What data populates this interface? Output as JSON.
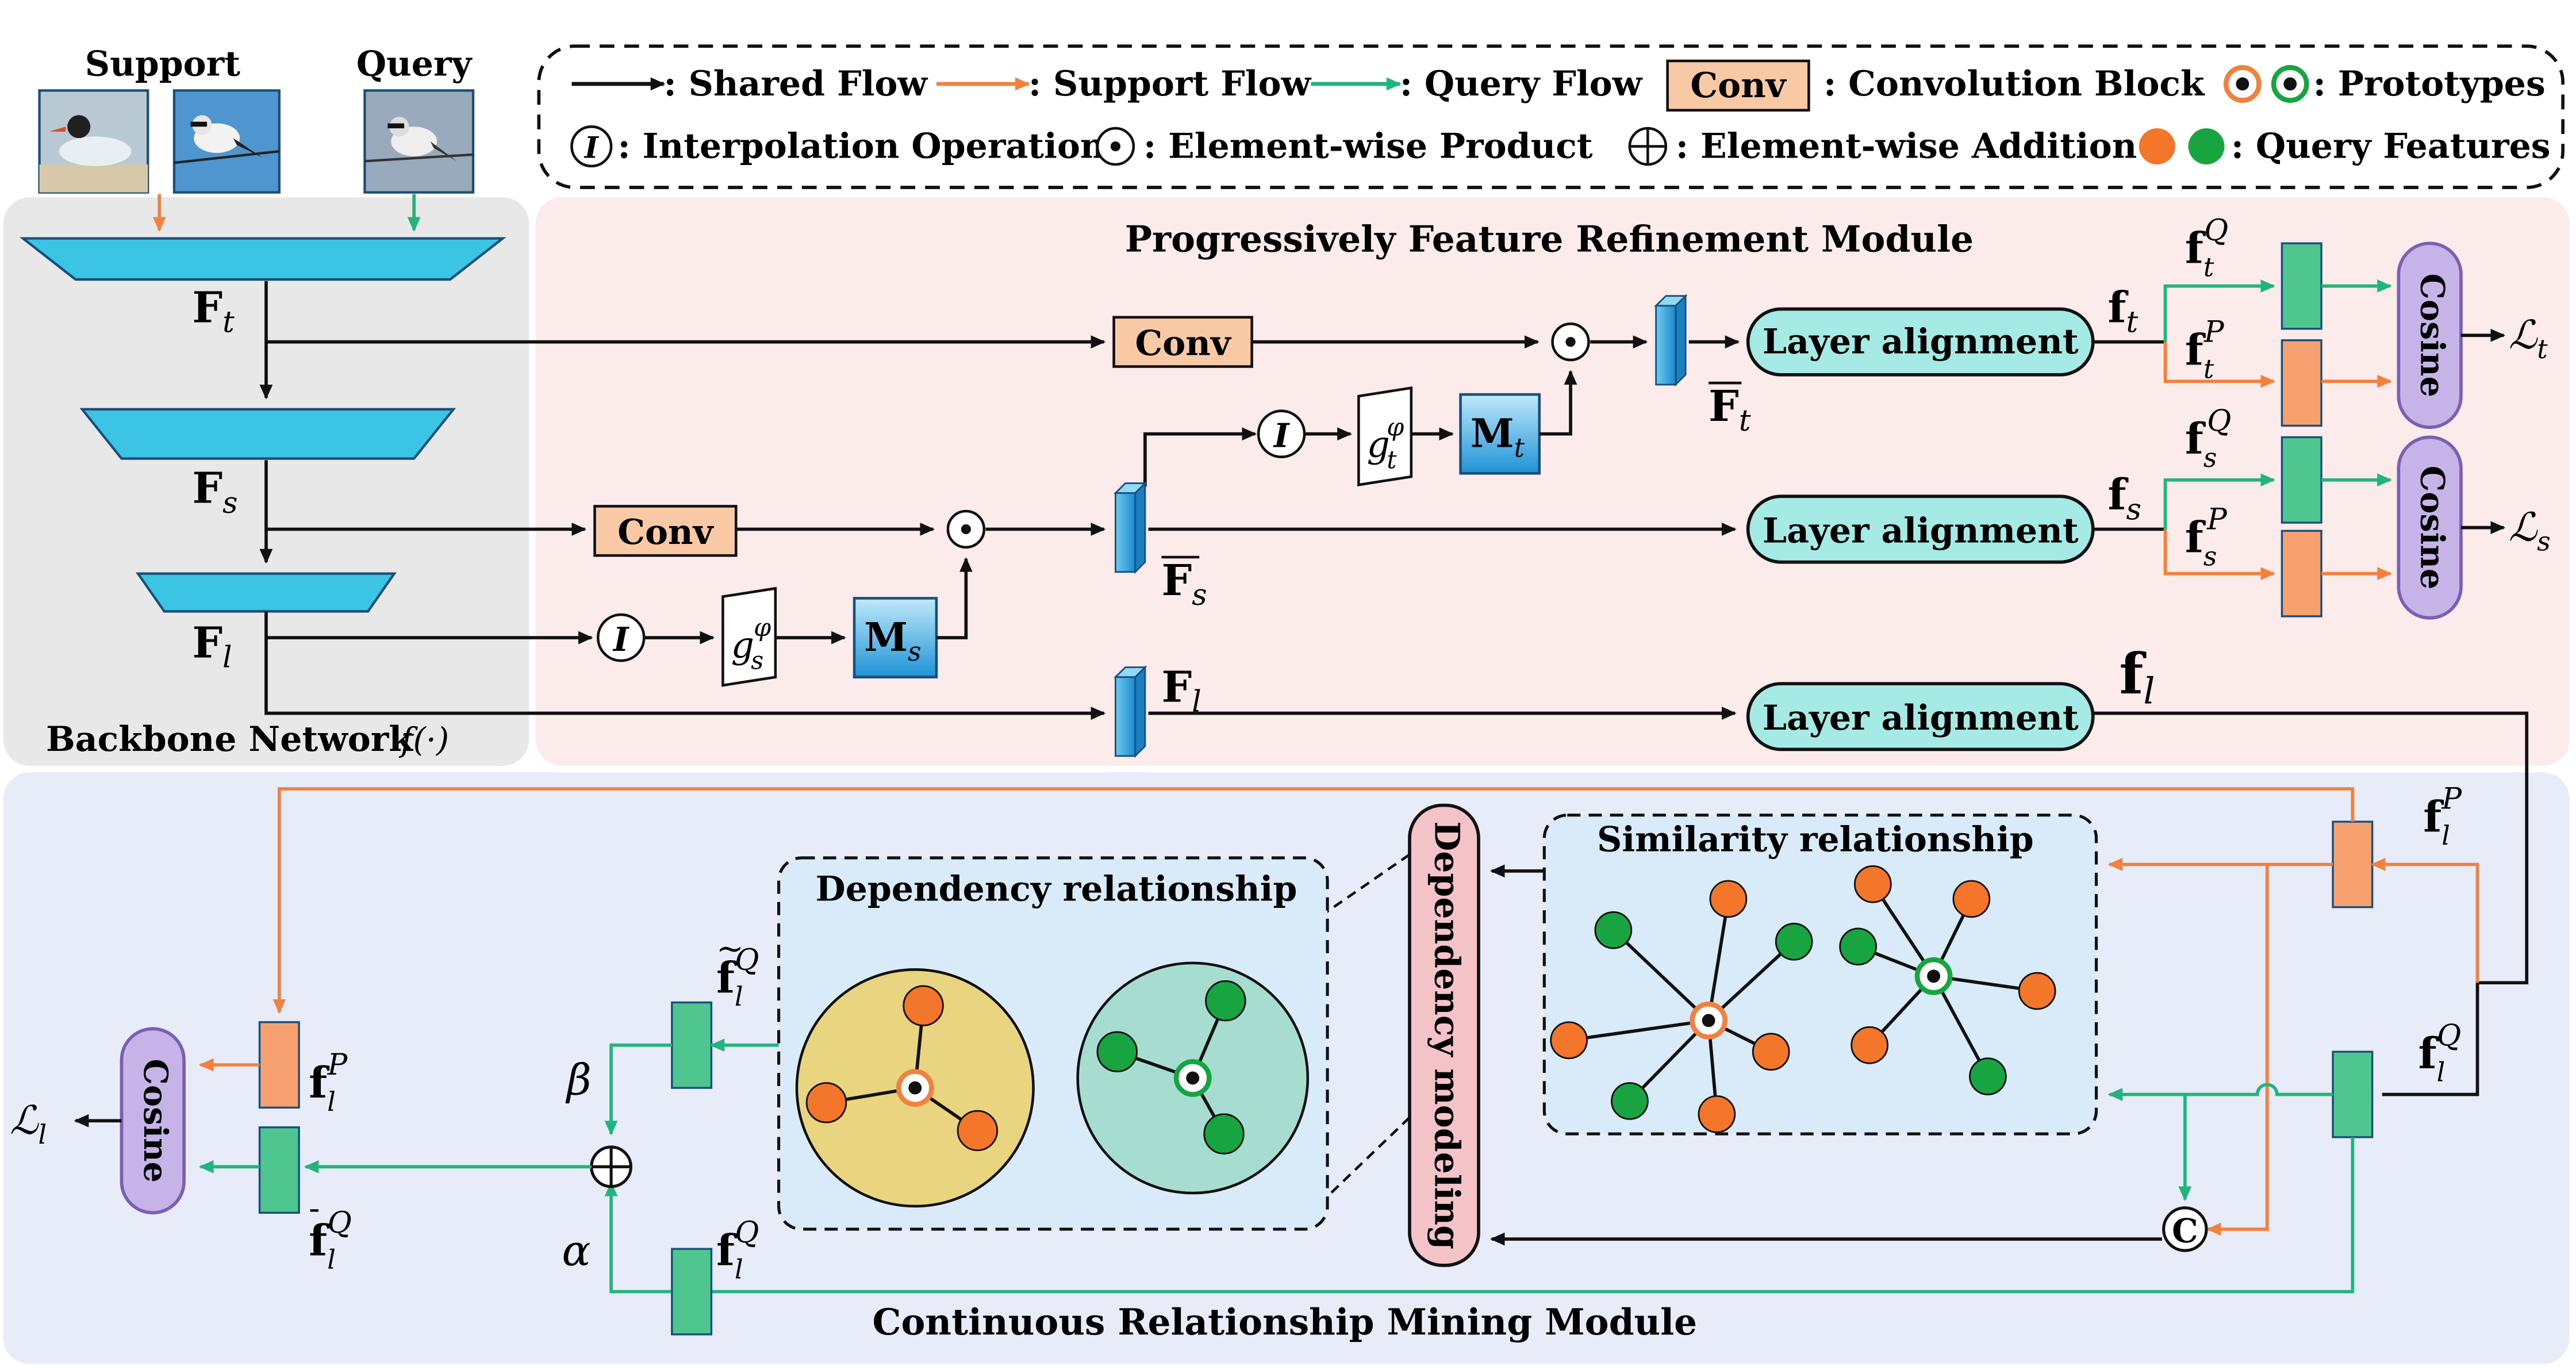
{
  "inputs": {
    "support_label": "Support",
    "query_label": "Query"
  },
  "legend": {
    "shared_flow": ": Shared Flow",
    "support_flow": ": Support Flow",
    "query_flow": ": Query Flow",
    "conv_box": "Conv",
    "conv_desc": ": Convolution Block",
    "prototypes": ": Prototypes",
    "interp_symbol": "I",
    "interp_desc": ": Interpolation Operation",
    "product_desc": ": Element-wise Product",
    "addition_desc": ": Element-wise Addition",
    "query_features": ": Query Features"
  },
  "modules": {
    "backbone": "Backbone Network",
    "backbone_fn": "f(·)",
    "pfrm": "Progressively Feature Refinement Module",
    "crmm": "Continuous Relationship Mining Module"
  },
  "backbone": {
    "Ft": "F",
    "Ft_sub": "t",
    "Fs": "F",
    "Fs_sub": "s",
    "Fl": "F",
    "Fl_sub": "l"
  },
  "blocks": {
    "conv": "Conv",
    "interp": "I",
    "layer_alignment": "Layer alignment",
    "cosine": "Cosine",
    "dependency_modeling": "Dependency modeling",
    "similarity": "Similarity relationship",
    "dependency": "Dependency relationship",
    "concat": "C"
  },
  "math": {
    "g": "g",
    "phi": "φ",
    "t": "t",
    "s": "s",
    "l": "l",
    "M": "M",
    "F": "F",
    "f": "f",
    "Q": "Q",
    "P": "P",
    "L": "ℒ",
    "alpha": "α",
    "beta": "β",
    "tilde": "~",
    "bar": "-"
  },
  "colors": {
    "shared": "#111111",
    "support": "#f0813e",
    "query": "#22b47c",
    "trapezoid": "#3cc4e4",
    "conv_fill": "#f9c9a6",
    "layer_fill": "#a6eae6",
    "cosine_fill": "#c6b4e8",
    "dep_fill": "#f4c3c8",
    "orange_node": "#f4762b",
    "green_node": "#18a441",
    "support_rect": "#f7a070",
    "query_rect": "#4fc590",
    "M_fill": "#2aa6df",
    "feat_3d": "#2a9fd8",
    "panel_backbone": "#e8e8e8",
    "panel_pfrm": "#fbebea",
    "panel_crmm": "#e7ecf8",
    "panel_inner": "#d9ebf8",
    "circle_yellow": "#e9d47f",
    "circle_teal": "#a6ddd0"
  }
}
